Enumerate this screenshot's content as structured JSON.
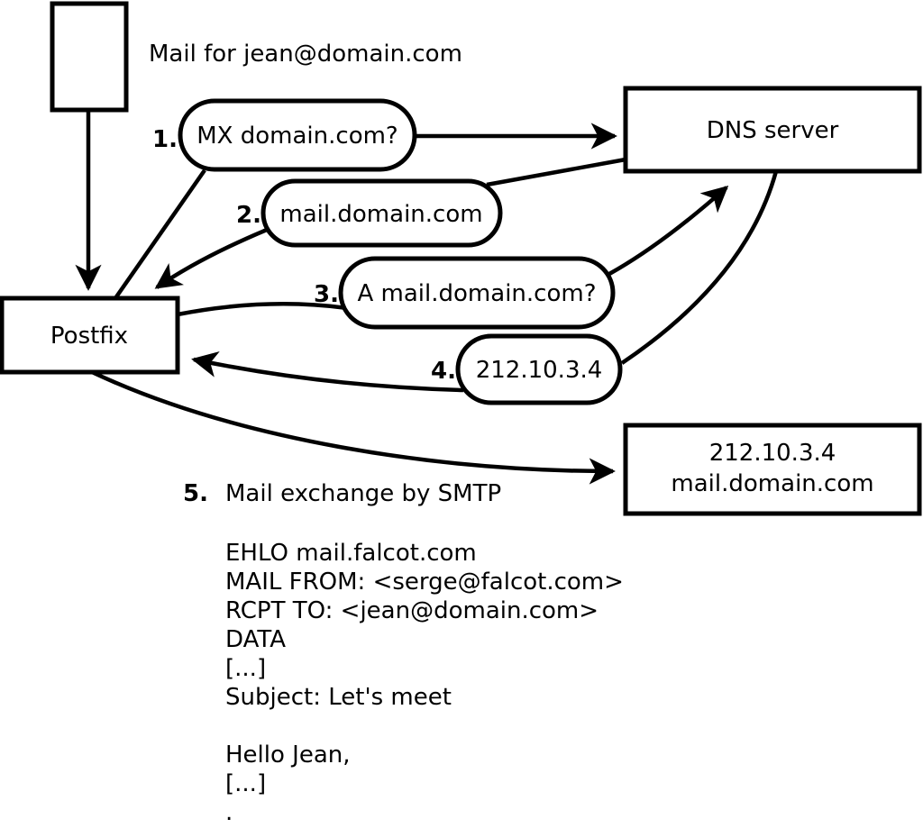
{
  "note": "Mail for jean@domain.com",
  "nodes": {
    "postfix": "Postfix",
    "dns_server": "DNS server",
    "mail_server": {
      "line1": "212.10.3.4",
      "line2": "mail.domain.com"
    }
  },
  "steps": [
    {
      "num": "1.",
      "label": "MX domain.com?"
    },
    {
      "num": "2.",
      "label": "mail.domain.com"
    },
    {
      "num": "3.",
      "label": "A mail.domain.com?"
    },
    {
      "num": "4.",
      "label": "212.10.3.4"
    },
    {
      "num": "5.",
      "label": "Mail exchange by SMTP"
    }
  ],
  "smtp_session": {
    "lines": [
      "EHLO mail.falcot.com",
      "MAIL FROM: <serge@falcot.com>",
      "RCPT TO: <jean@domain.com>",
      "DATA",
      "[...]",
      "Subject: Let's meet",
      "",
      "Hello Jean,",
      "[...]",
      "."
    ]
  },
  "colors": {
    "stroke": "#000000",
    "background": "#ffffff",
    "text": "#000000"
  }
}
